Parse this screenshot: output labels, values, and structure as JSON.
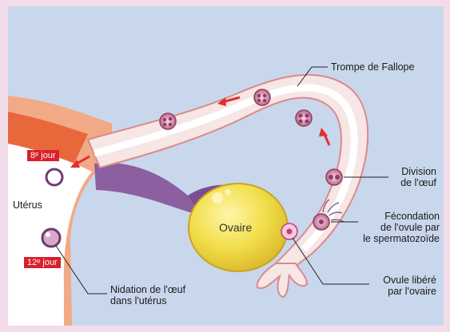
{
  "labels": {
    "trompe": "Trompe de Fallope",
    "division_line1": "Division",
    "division_line2": "de l'œuf",
    "fecondation_line1": "Fécondation",
    "fecondation_line2": "de l'ovule par",
    "fecondation_line3": "le spermatozoïde",
    "ovule_line1": "Ovule libéré",
    "ovule_line2": "par l'ovaire",
    "nidation_line1": "Nidation de l'œuf",
    "nidation_line2": "dans l'utérus",
    "uterus": "Utérus",
    "ovaire": "Ovaire"
  },
  "badges": {
    "jour8": "8ᵉ jour",
    "jour12": "12ᵉ jour"
  },
  "colors": {
    "background": "#f3dcea",
    "panel": "#c9d7ec",
    "tissue_outer": "#f2a986",
    "tissue_inner": "#e8683c",
    "tube_wall": "#f6e6e6",
    "ovary_fill": "#f2dd4a",
    "ligament": "#8b5fa0",
    "arrow": "#e0302e",
    "badge": "#d8202a"
  }
}
